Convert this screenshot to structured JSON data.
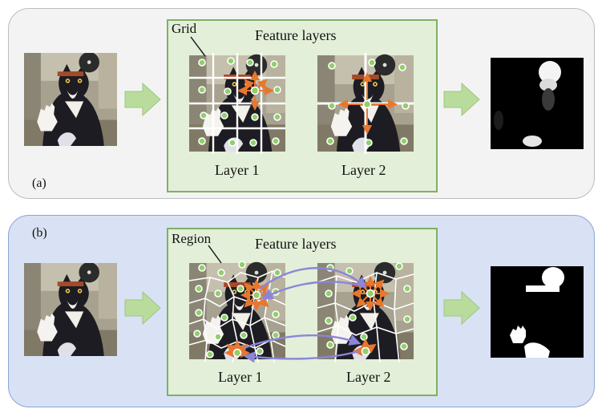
{
  "panel_a": {
    "label": "(a)",
    "box_title": "Feature layers",
    "callout": "Grid",
    "layer_1": "Layer 1",
    "layer_2": "Layer 2"
  },
  "panel_b": {
    "label": "(b)",
    "box_title": "Feature layers",
    "callout": "Region",
    "layer_1": "Layer 1",
    "layer_2": "Layer 2"
  },
  "colors": {
    "panel_a_bg": "#f3f3f3",
    "panel_b_bg": "#d8e2f4",
    "feature_box_bg": "#e3efd8",
    "feature_box_border": "#7fb063",
    "flow_arrow": "#b9dc9c",
    "attention_arrow": "#e8772e",
    "cross_layer_arrow": "#8b86d8",
    "node": "#8fd06a"
  },
  "icons": [
    "cat-image-icon",
    "flow-arrow-icon",
    "mask-output-icon",
    "grid-overlay-icon",
    "region-overlay-icon"
  ]
}
